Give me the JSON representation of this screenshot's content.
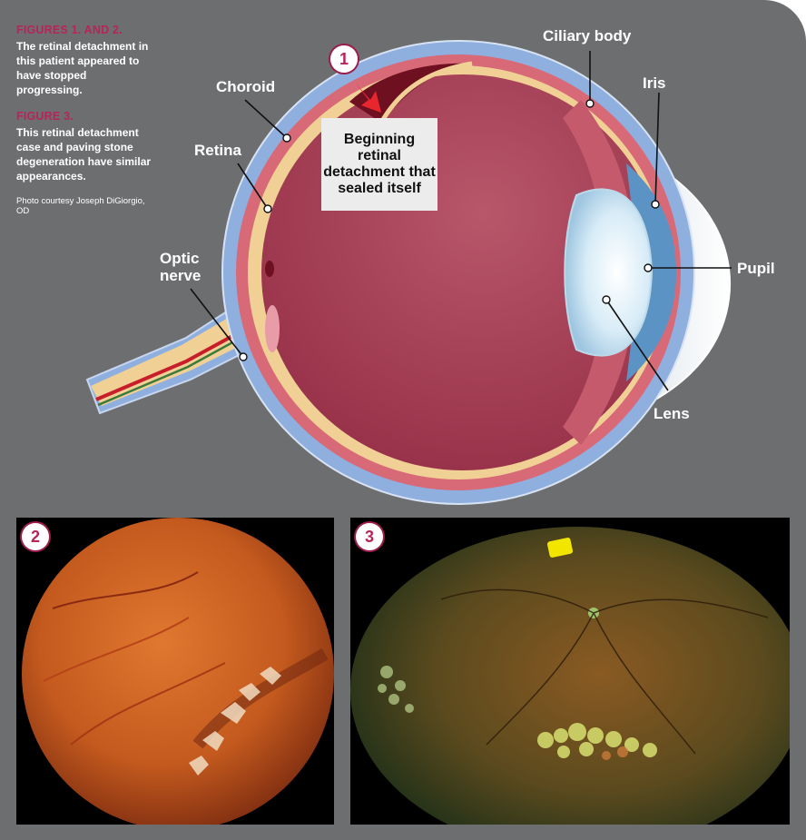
{
  "caption": {
    "heading_1": "FIGURES 1. AND 2.",
    "text_1": "The retinal detachment in this patient appeared to have stopped progressing.",
    "heading_2": "FIGURE 3.",
    "text_2": "This retinal detachment case and paving stone degeneration have similar appearances.",
    "credit": "Photo courtesy Joseph DiGiorgio, OD"
  },
  "diagram": {
    "labels": {
      "ciliary_body": "Ciliary body",
      "iris": "Iris",
      "choroid": "Choroid",
      "retina": "Retina",
      "optic_nerve_1": "Optic",
      "optic_nerve_2": "nerve",
      "pupil": "Pupil",
      "lens": "Lens"
    },
    "callout": "Beginning retinal detachment that sealed itself",
    "badge_1": "1"
  },
  "photos": {
    "badge_2": "2",
    "badge_3": "3"
  },
  "colors": {
    "panel": "#6d6e70",
    "accent": "#b8245a",
    "vitreous": "#a23a52",
    "sclera": "#8fb0df"
  }
}
